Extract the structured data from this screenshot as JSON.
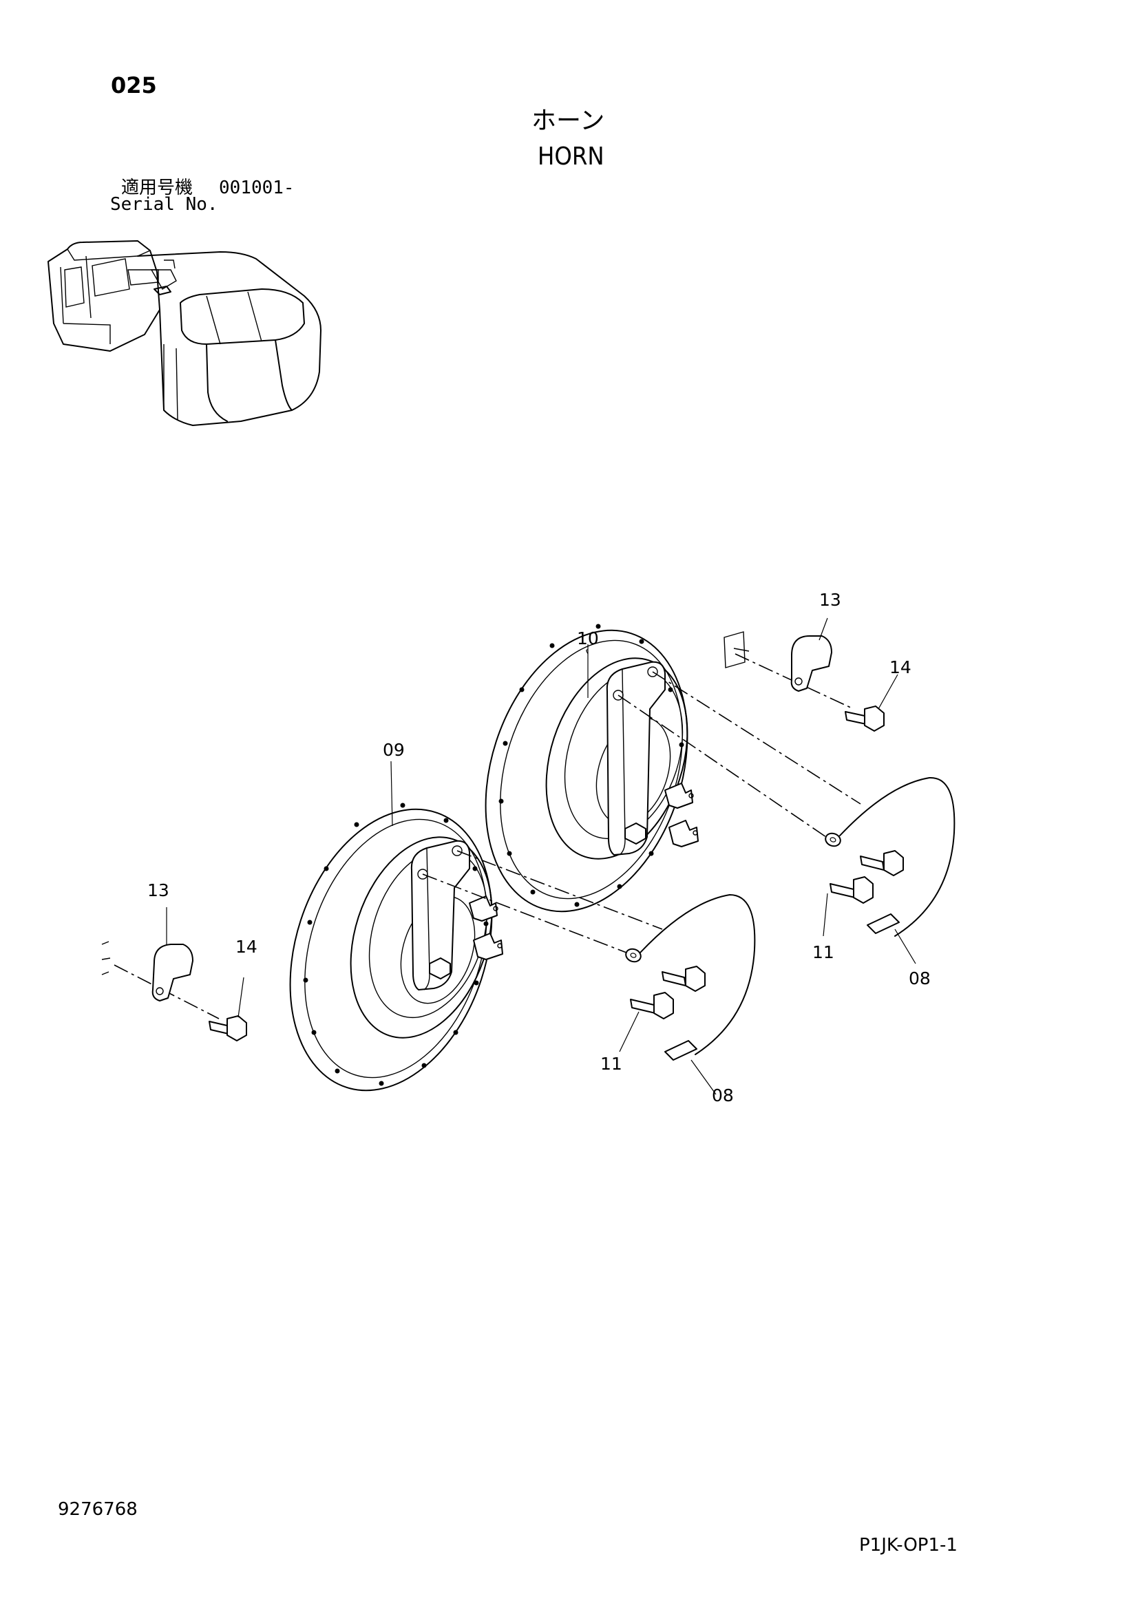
{
  "header": {
    "page_number": "025",
    "title_jp": "ホーン",
    "title_en": "HORN"
  },
  "serial": {
    "label_jp": "適用号機",
    "range": "001001-",
    "label_en": "Serial No."
  },
  "footer": {
    "doc_number": "9276768",
    "drawing_code": "P1JK-OP1-1"
  },
  "callouts": {
    "c09": "09",
    "c10": "10",
    "c13_right": "13",
    "c14_right": "14",
    "c13_left": "13",
    "c14_left": "14",
    "c11_right": "11",
    "c08_right": "08",
    "c11_left": "11",
    "c08_left": "08"
  }
}
